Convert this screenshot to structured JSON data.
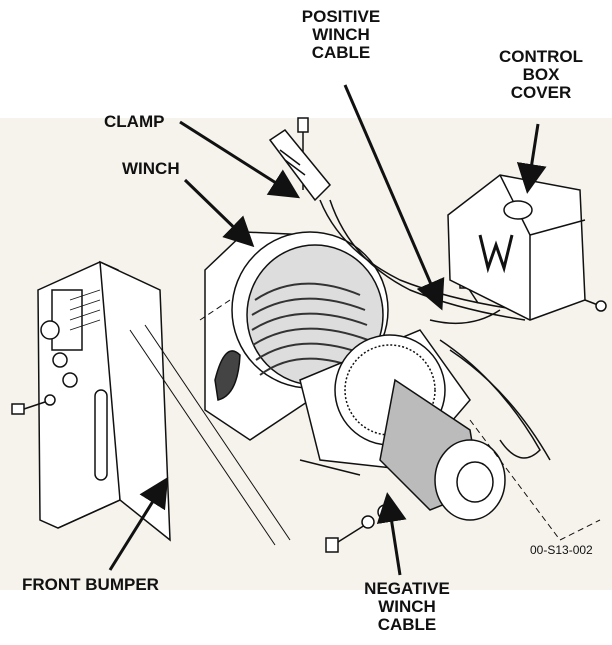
{
  "labels": {
    "positive_winch_cable": [
      "POSITIVE",
      "WINCH",
      "CABLE"
    ],
    "control_box_cover": [
      "CONTROL",
      "BOX",
      "COVER"
    ],
    "clamp": "CLAMP",
    "winch": "WINCH",
    "front_bumper": "FRONT BUMPER",
    "negative_winch_cable": [
      "NEGATIVE",
      "WINCH",
      "CABLE"
    ]
  },
  "figure_code": "00-S13-002",
  "colors": {
    "ink": "#111111",
    "paper": "#f6f3ec"
  }
}
